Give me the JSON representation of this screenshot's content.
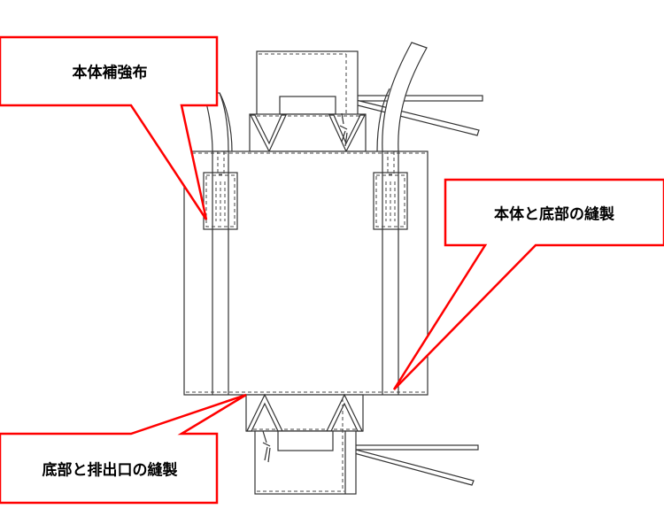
{
  "callouts": {
    "reinforcement": "本体補強布",
    "body_bottom_seam": "本体と底部の縫製",
    "bottom_outlet_seam": "底部と排出口の縫製"
  },
  "colors": {
    "callout_border": "#ff0000",
    "line": "#333333"
  }
}
